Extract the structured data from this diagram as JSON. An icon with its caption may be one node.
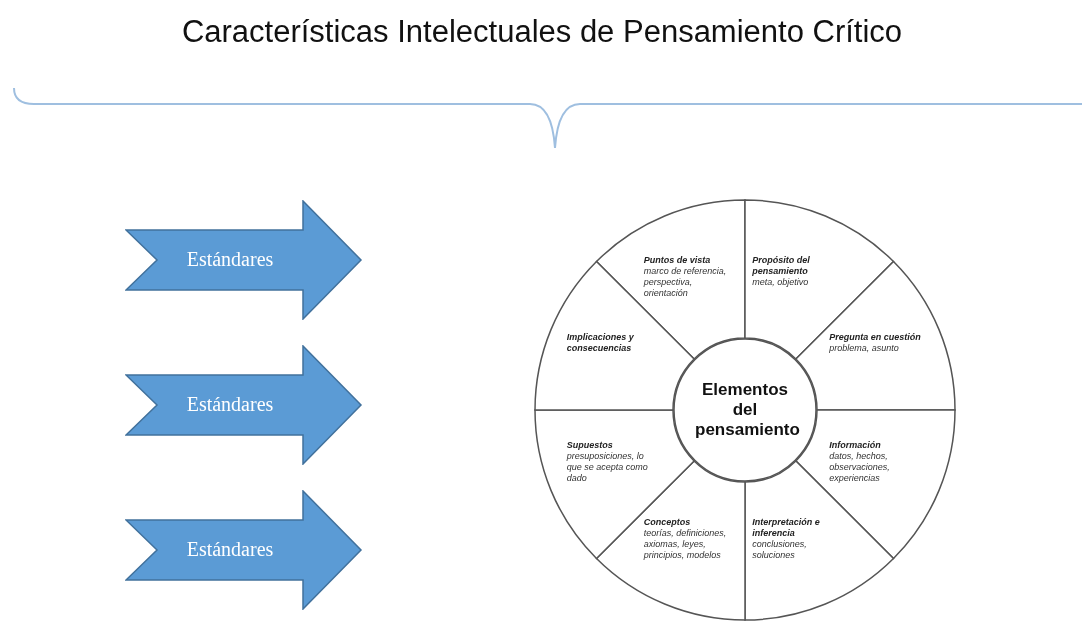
{
  "diagram": {
    "title": "Características Intelectuales de Pensamiento Crítico",
    "nodes": [
      {
        "text": [
          "Estándares"
        ]
      },
      {
        "text": [
          "Estándares"
        ]
      },
      {
        "text": [
          "Estándares"
        ]
      },
      {
        "text": [
          "Elementos del pensamiento"
        ]
      },
      {
        "text": [
          "Puntos de vista",
          "marco de referencia, perspectiva, orientación"
        ]
      },
      {
        "text": [
          "Propósito del pensamiento",
          "meta, objetivo"
        ]
      },
      {
        "text": [
          "Pregunta en cuestión",
          "problema, asunto"
        ]
      },
      {
        "text": [
          "Información",
          "datos, hechos, observaciones, experiencias"
        ]
      },
      {
        "text": [
          "Interpretación e inferencia",
          "conclusiones, soluciones"
        ]
      },
      {
        "text": [
          "Conceptos",
          "teorías, definiciones, axiomas, leyes, principios, modelos"
        ]
      },
      {
        "text": [
          "Supuestos",
          "presuposiciones, lo que se acepta como dado"
        ]
      },
      {
        "text": [
          "Implicaciones y consecuencias"
        ]
      }
    ],
    "edges": []
  }
}
